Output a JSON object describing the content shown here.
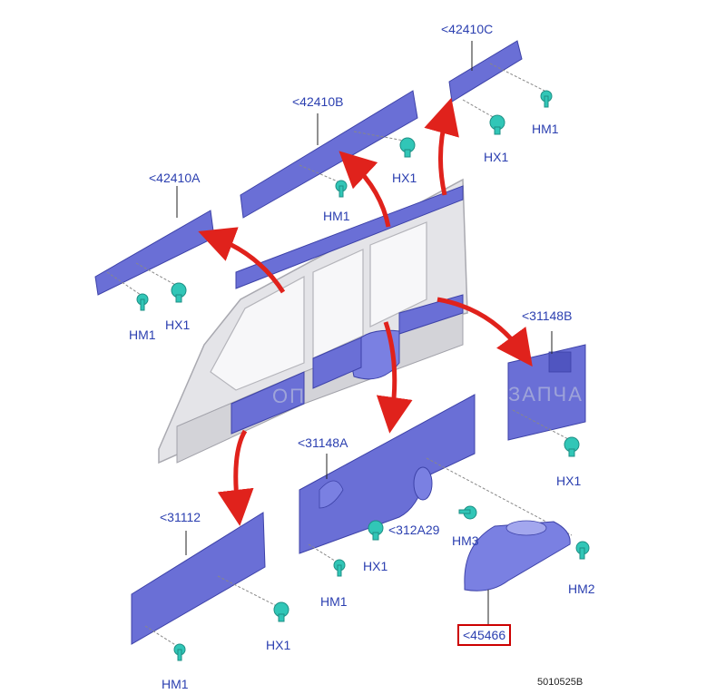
{
  "watermarks": {
    "left": "ОП",
    "right": "ЗАПЧА"
  },
  "labels": {
    "p42410C": "<42410C",
    "p42410B": "<42410B",
    "p42410A": "<42410A",
    "p31148B": "<31148B",
    "p31148A": "<31148A",
    "p31112": "<31112",
    "p312A29": "<312A29",
    "p45466": "<45466",
    "hm1_c": "HM1",
    "hx1_c": "HX1",
    "hx1_b": "HX1",
    "hm1_b": "HM1",
    "hm1_a": "HM1",
    "hx1_a": "HX1",
    "hx1_31148b": "HX1",
    "hm3": "HM3",
    "hx1_31148a": "HX1",
    "hm1_31148a": "HM1",
    "hm2": "HM2",
    "hx1_31112": "HX1",
    "hm1_31112": "HM1"
  },
  "reference": {
    "code": "5010525B"
  },
  "colors": {
    "panel": "#6a6fd6",
    "panel_edge": "#3d42a8",
    "arrow": "#e0221c",
    "clip": "#31c6b7",
    "label": "#2b3fb0",
    "highlight": "#cc0000",
    "body": "#d8d8dc"
  }
}
